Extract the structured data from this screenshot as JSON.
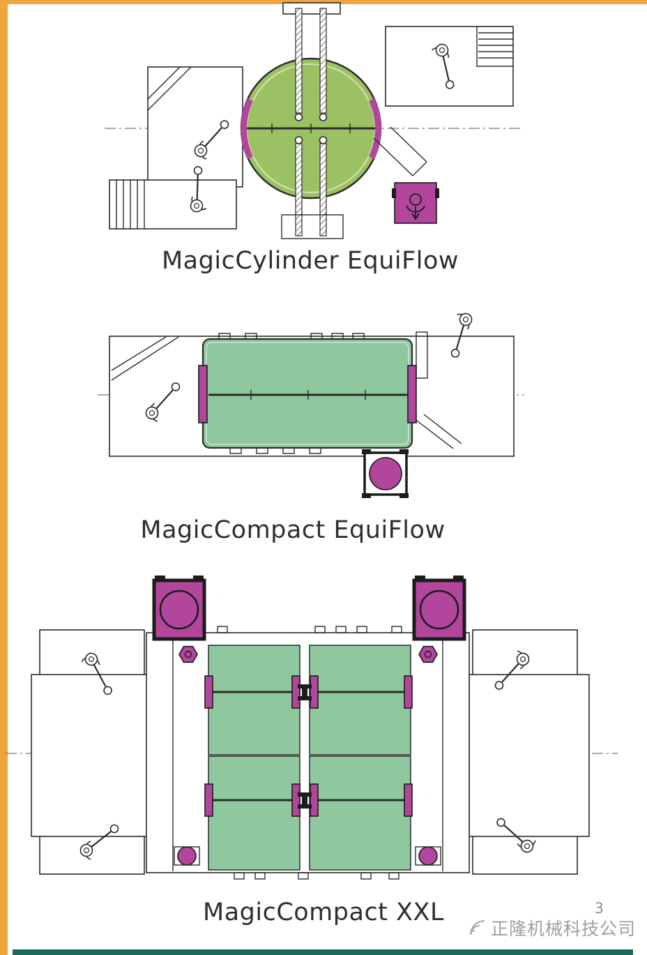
{
  "page": {
    "number": "3"
  },
  "watermark": {
    "logo_icon": "fan-logo-icon",
    "text": "正隆机械科技公司"
  },
  "diagrams": [
    {
      "id": "magiccylinder-equiflow",
      "caption": "MagicCylinder EquiFlow"
    },
    {
      "id": "magiccompact-equiflow",
      "caption": "MagicCompact EquiFlow"
    },
    {
      "id": "magiccompact-xxl",
      "caption": "MagicCompact XXL"
    }
  ],
  "colors": {
    "border_orange": "#f0a43c",
    "machine_green_yellow": "#9cc162",
    "machine_green_teal": "#8fc89e",
    "accent_magenta": "#b2459c",
    "line_dark": "#2a2a2a",
    "footer_teal": "#186a5f",
    "watermark_gray": "#9e9e9e",
    "caption_dark": "#2e2e2e"
  }
}
